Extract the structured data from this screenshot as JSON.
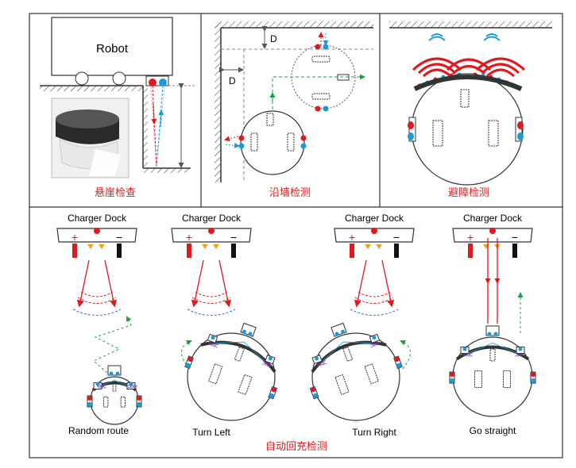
{
  "panels": {
    "cliff": {
      "robot_label": "Robot",
      "caption": "悬崖检查"
    },
    "wall": {
      "d_label_top": "D",
      "d_label_left": "D",
      "caption": "沿墙检测"
    },
    "obstacle": {
      "caption": "避障检测"
    },
    "recharge": {
      "dock_label": "Charger Dock",
      "plus": "+",
      "minus": "−",
      "modes": [
        "Random route",
        "Turn Left",
        "Turn Right",
        "Go straight"
      ],
      "caption": "自动回充检测"
    }
  },
  "colors": {
    "red": "#e0191e",
    "blue": "#1a9bd7",
    "green": "#1aa33c",
    "orange": "#f0a020",
    "purple": "#7b3fb5",
    "dashed_blue": "#4472c4"
  }
}
